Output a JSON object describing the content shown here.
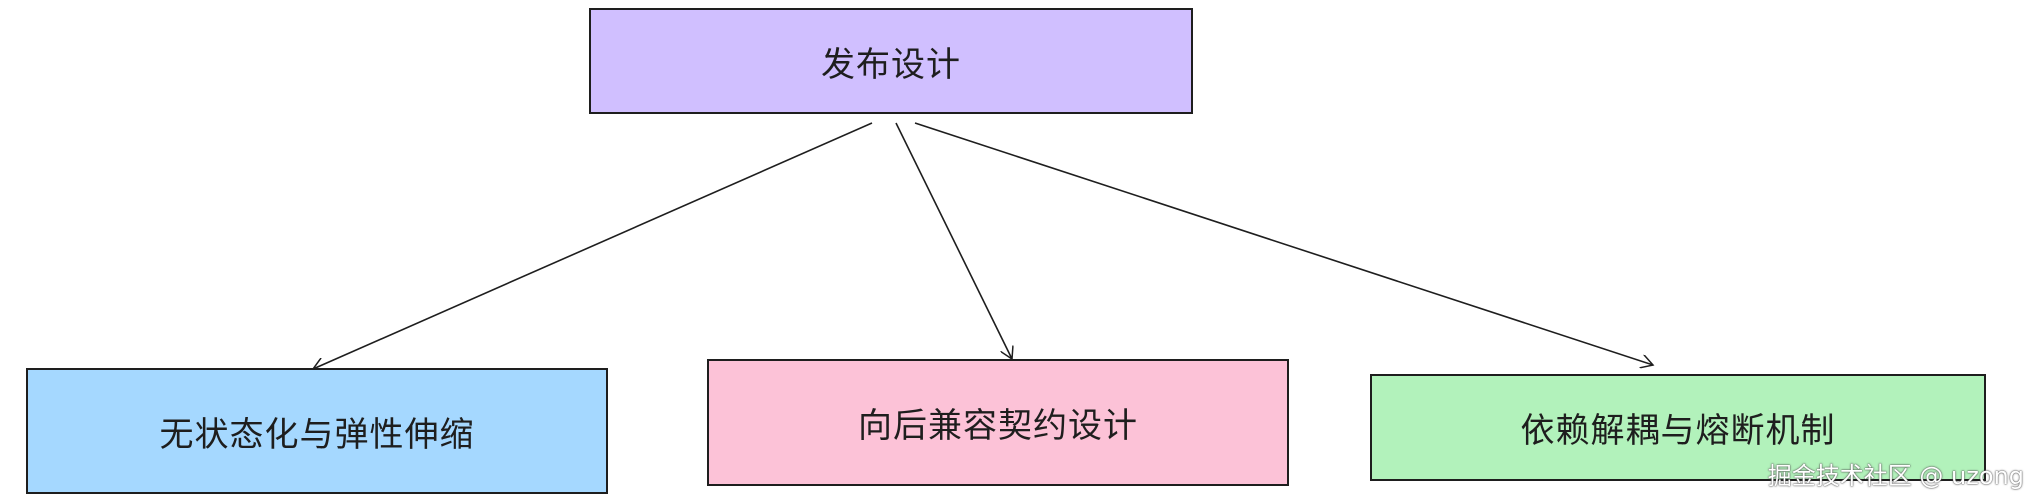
{
  "root": {
    "label": "发布设计",
    "color": "#d0bfff"
  },
  "children": [
    {
      "label": "无状态化与弹性伸缩",
      "color": "#a5d8ff"
    },
    {
      "label": "向后兼容契约设计",
      "color": "#fcc2d7"
    },
    {
      "label": "依赖解耦与熔断机制",
      "color": "#b2f2bb"
    }
  ],
  "watermark": "掘金技术社区 @ uzong"
}
